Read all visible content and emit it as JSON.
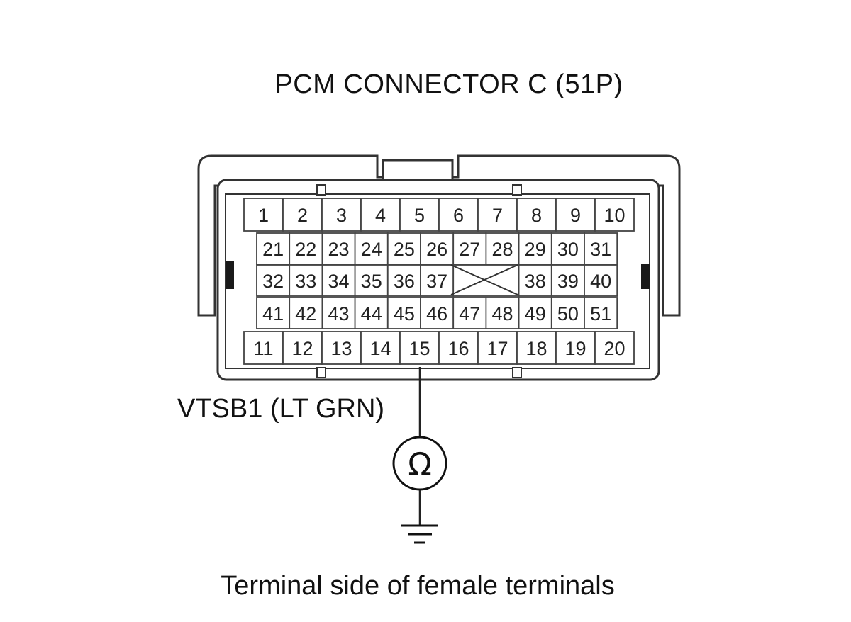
{
  "title": "PCM CONNECTOR C (51P)",
  "wire_label": "VTSB1 (LT GRN)",
  "caption": "Terminal side of female terminals",
  "meter": {
    "symbol": "Ω",
    "probe_terminal": "15"
  },
  "connector": {
    "row1": [
      "1",
      "2",
      "3",
      "4",
      "5",
      "6",
      "7",
      "8",
      "9",
      "10"
    ],
    "row2": [
      "21",
      "22",
      "23",
      "24",
      "25",
      "26",
      "27",
      "28",
      "29",
      "30",
      "31"
    ],
    "row3": [
      "32",
      "33",
      "34",
      "35",
      "36",
      "37",
      "",
      "38",
      "39",
      "40"
    ],
    "row4": [
      "41",
      "42",
      "43",
      "44",
      "45",
      "46",
      "47",
      "48",
      "49",
      "50",
      "51"
    ],
    "row5": [
      "11",
      "12",
      "13",
      "14",
      "15",
      "16",
      "17",
      "18",
      "19",
      "20"
    ]
  },
  "icons": [
    "ohmmeter-icon",
    "ground-icon",
    "blank-cavity-x-icon"
  ]
}
